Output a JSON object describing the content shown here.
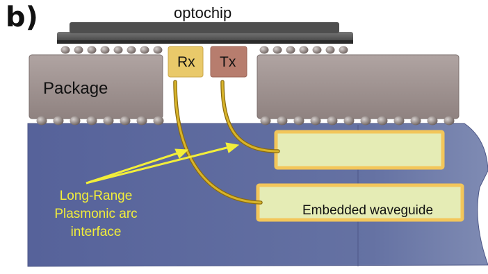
{
  "figure": {
    "panel_label": "b)",
    "optochip_label": "optochip",
    "package_label": "Package",
    "rx_label": "Rx",
    "tx_label": "Tx",
    "waveguide_label": "Embedded waveguide",
    "interface_label": "Long-Range Plasmonic arc interface"
  },
  "colors": {
    "substrate": "#5d6a9a",
    "package": "#9d908e",
    "rx_block": "#e9c96a",
    "tx_block": "#b77d6e",
    "waveguide_fill": "#e5ecb5",
    "waveguide_border": "#f3c65a",
    "arc": "#c9a21a",
    "arrow": "#f2ee3a",
    "optochip": "#5a5a5a"
  },
  "icons": {
    "solder_ball": "solder-ball-icon",
    "arrow": "arrow-icon"
  }
}
